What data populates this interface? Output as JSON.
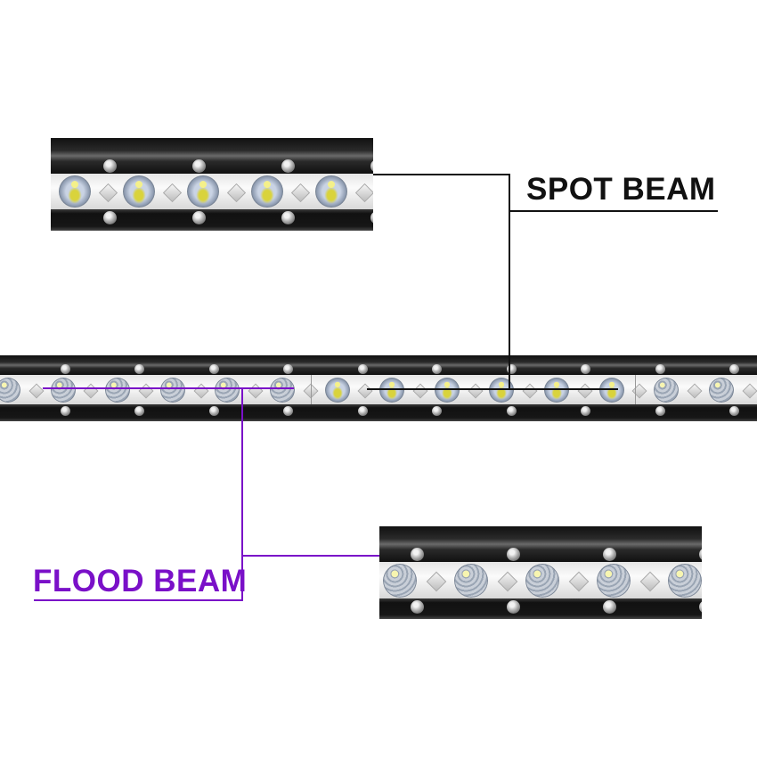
{
  "image": {
    "subject": "LED light bar beam pattern diagram",
    "background_color": "#ffffff"
  },
  "callouts": {
    "spot": {
      "label": "SPOT BEAM",
      "color": "#111111",
      "lens_type": "spot",
      "inset_lens_count": 5
    },
    "flood": {
      "label": "FLOOD BEAM",
      "color": "#7a10c8",
      "lens_type": "flood",
      "inset_lens_count": 5
    }
  },
  "main_bar": {
    "lenses": [
      "flood",
      "flood",
      "flood",
      "flood",
      "flood",
      "flood",
      "spot",
      "spot",
      "spot",
      "spot",
      "spot",
      "spot",
      "flood",
      "flood"
    ]
  },
  "icons": {
    "lens": "led-lens-icon",
    "screw": "screw-icon",
    "reflector": "diamond-reflector-icon"
  }
}
